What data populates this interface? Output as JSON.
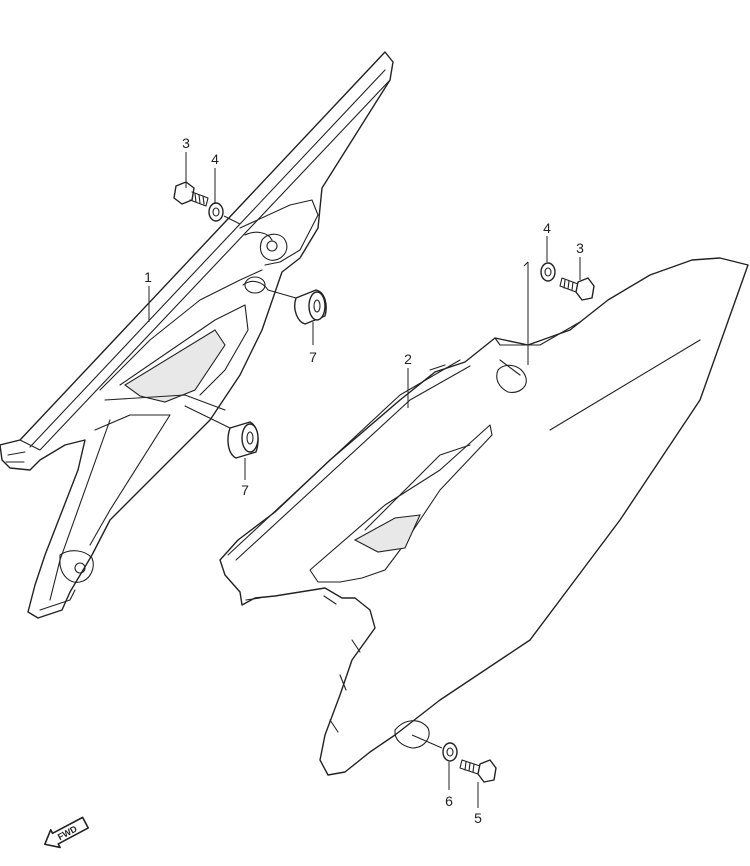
{
  "diagram": {
    "callouts": [
      {
        "id": "c1",
        "text": "1"
      },
      {
        "id": "c2",
        "text": "2"
      },
      {
        "id": "c3a",
        "text": "3"
      },
      {
        "id": "c4a",
        "text": "4"
      },
      {
        "id": "c3b",
        "text": "3"
      },
      {
        "id": "c4b",
        "text": "4"
      },
      {
        "id": "c5",
        "text": "5"
      },
      {
        "id": "c6",
        "text": "6"
      },
      {
        "id": "c7a",
        "text": "7"
      },
      {
        "id": "c7b",
        "text": "7"
      }
    ],
    "fwd_label": "FWD"
  }
}
